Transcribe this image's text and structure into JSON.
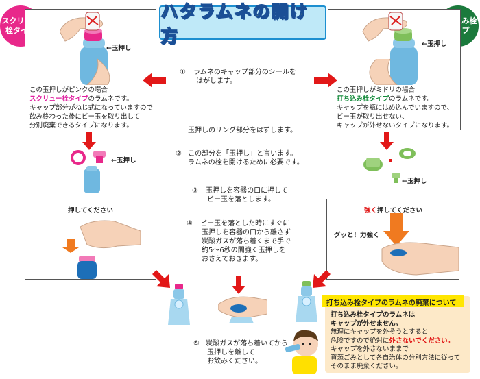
{
  "title": "ハタラムネの開け方",
  "badges": {
    "screw": "スクリュー栓タイプ",
    "pressed": "打ち込み栓タイプ"
  },
  "labels": {
    "tama_oshi": "←玉押し",
    "push_please": "押してください",
    "push_strong_prefix": "強く",
    "push_strong_suffix": "押してください",
    "gut_strong": "グッと！力強く"
  },
  "left_panel": {
    "line1": "この玉押しがピンクの場合",
    "highlight": "スクリュー栓タイプ",
    "line2_suffix": "のラムネです。",
    "line3": "キャップ部分がねじ式になっていますので",
    "line4": "飲み終わった後にビー玉を取り出して",
    "line5": "分別廃棄できるタイプになります。"
  },
  "right_panel": {
    "line1": "この玉押しがミドリの場合",
    "highlight": "打ち込み栓タイプ",
    "line2_suffix": "のラムネです。",
    "line3": "キャップを瓶にはめ込んでいますので、",
    "line4": "ビー玉が取り出せない、",
    "line5": "キャップが外せないタイプになります。"
  },
  "steps": {
    "s1_num": "①",
    "s1_l1": "ラムネのキャップ部分のシールを",
    "s1_l2": "はがします。",
    "ring": "玉押しのリング部分をはずします。",
    "s2_num": "②",
    "s2_l1": "この部分を「玉押し」と言います。",
    "s2_l2": "ラムネの栓を開けるために必要です。",
    "s3_num": "③",
    "s3_l1": "玉押しを容器の口に押して",
    "s3_l2": "ビー玉を落とします。",
    "s4_num": "④",
    "s4_l1": "ビー玉を落とした時にすぐに",
    "s4_l2": "玉押しを容器の口から離さず",
    "s4_l3": "炭酸ガスが落ち着くまで手で",
    "s4_l4": "約5～6秒の間強く玉押しを",
    "s4_l5": "おさえておきます。",
    "s5_num": "⑤",
    "s5_l1": "炭酸ガスが落ち着いてから",
    "s5_l2": "玉押しを離して",
    "s5_l3": "お飲みください。"
  },
  "note": {
    "title": "打ち込み栓タイプのラムネの廃棄について",
    "l1": "打ち込み栓タイプのラムネは",
    "l2": "キャップが外せません。",
    "l3": "無理にキャップを外そうとすると",
    "l4_pre": "危険ですので絶対に",
    "l4_red": "外さないでください。",
    "l5": "キャップを外さないままで",
    "l6": "資源ごみとして各自治体の分別方法に従って",
    "l7": "そのまま廃棄ください。"
  },
  "colors": {
    "pink": "#e8288a",
    "green": "#1b7a3c",
    "red_arrow": "#e21818",
    "orange_arrow": "#f07a20",
    "bottle_blue": "#6fb8e0",
    "note_bg": "#fde9c8",
    "note_title_bg": "#ffe600"
  }
}
